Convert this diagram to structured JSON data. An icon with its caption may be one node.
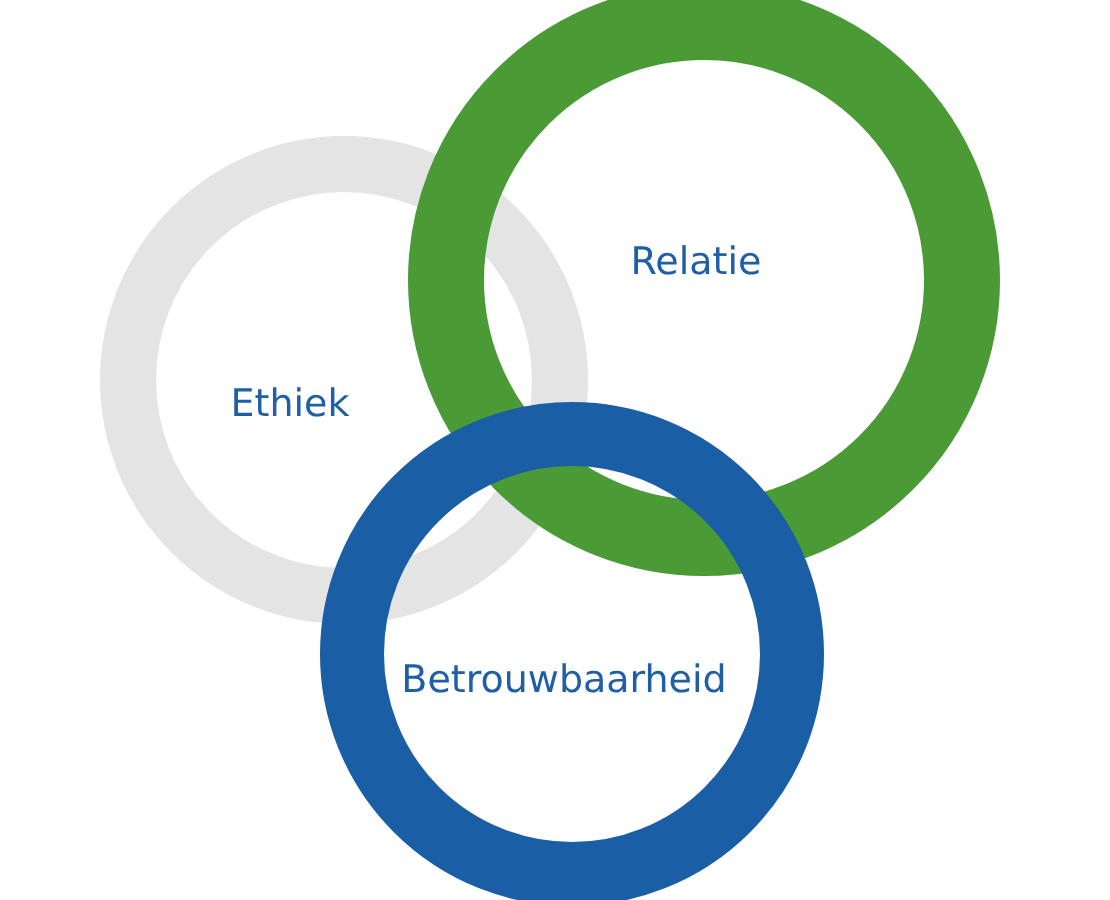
{
  "diagram": {
    "nodes": [
      {
        "text": [
          "Ethiek"
        ]
      },
      {
        "text": [
          "Relatie"
        ]
      },
      {
        "text": [
          "Betrouwbaarheid"
        ]
      }
    ],
    "edges": []
  }
}
